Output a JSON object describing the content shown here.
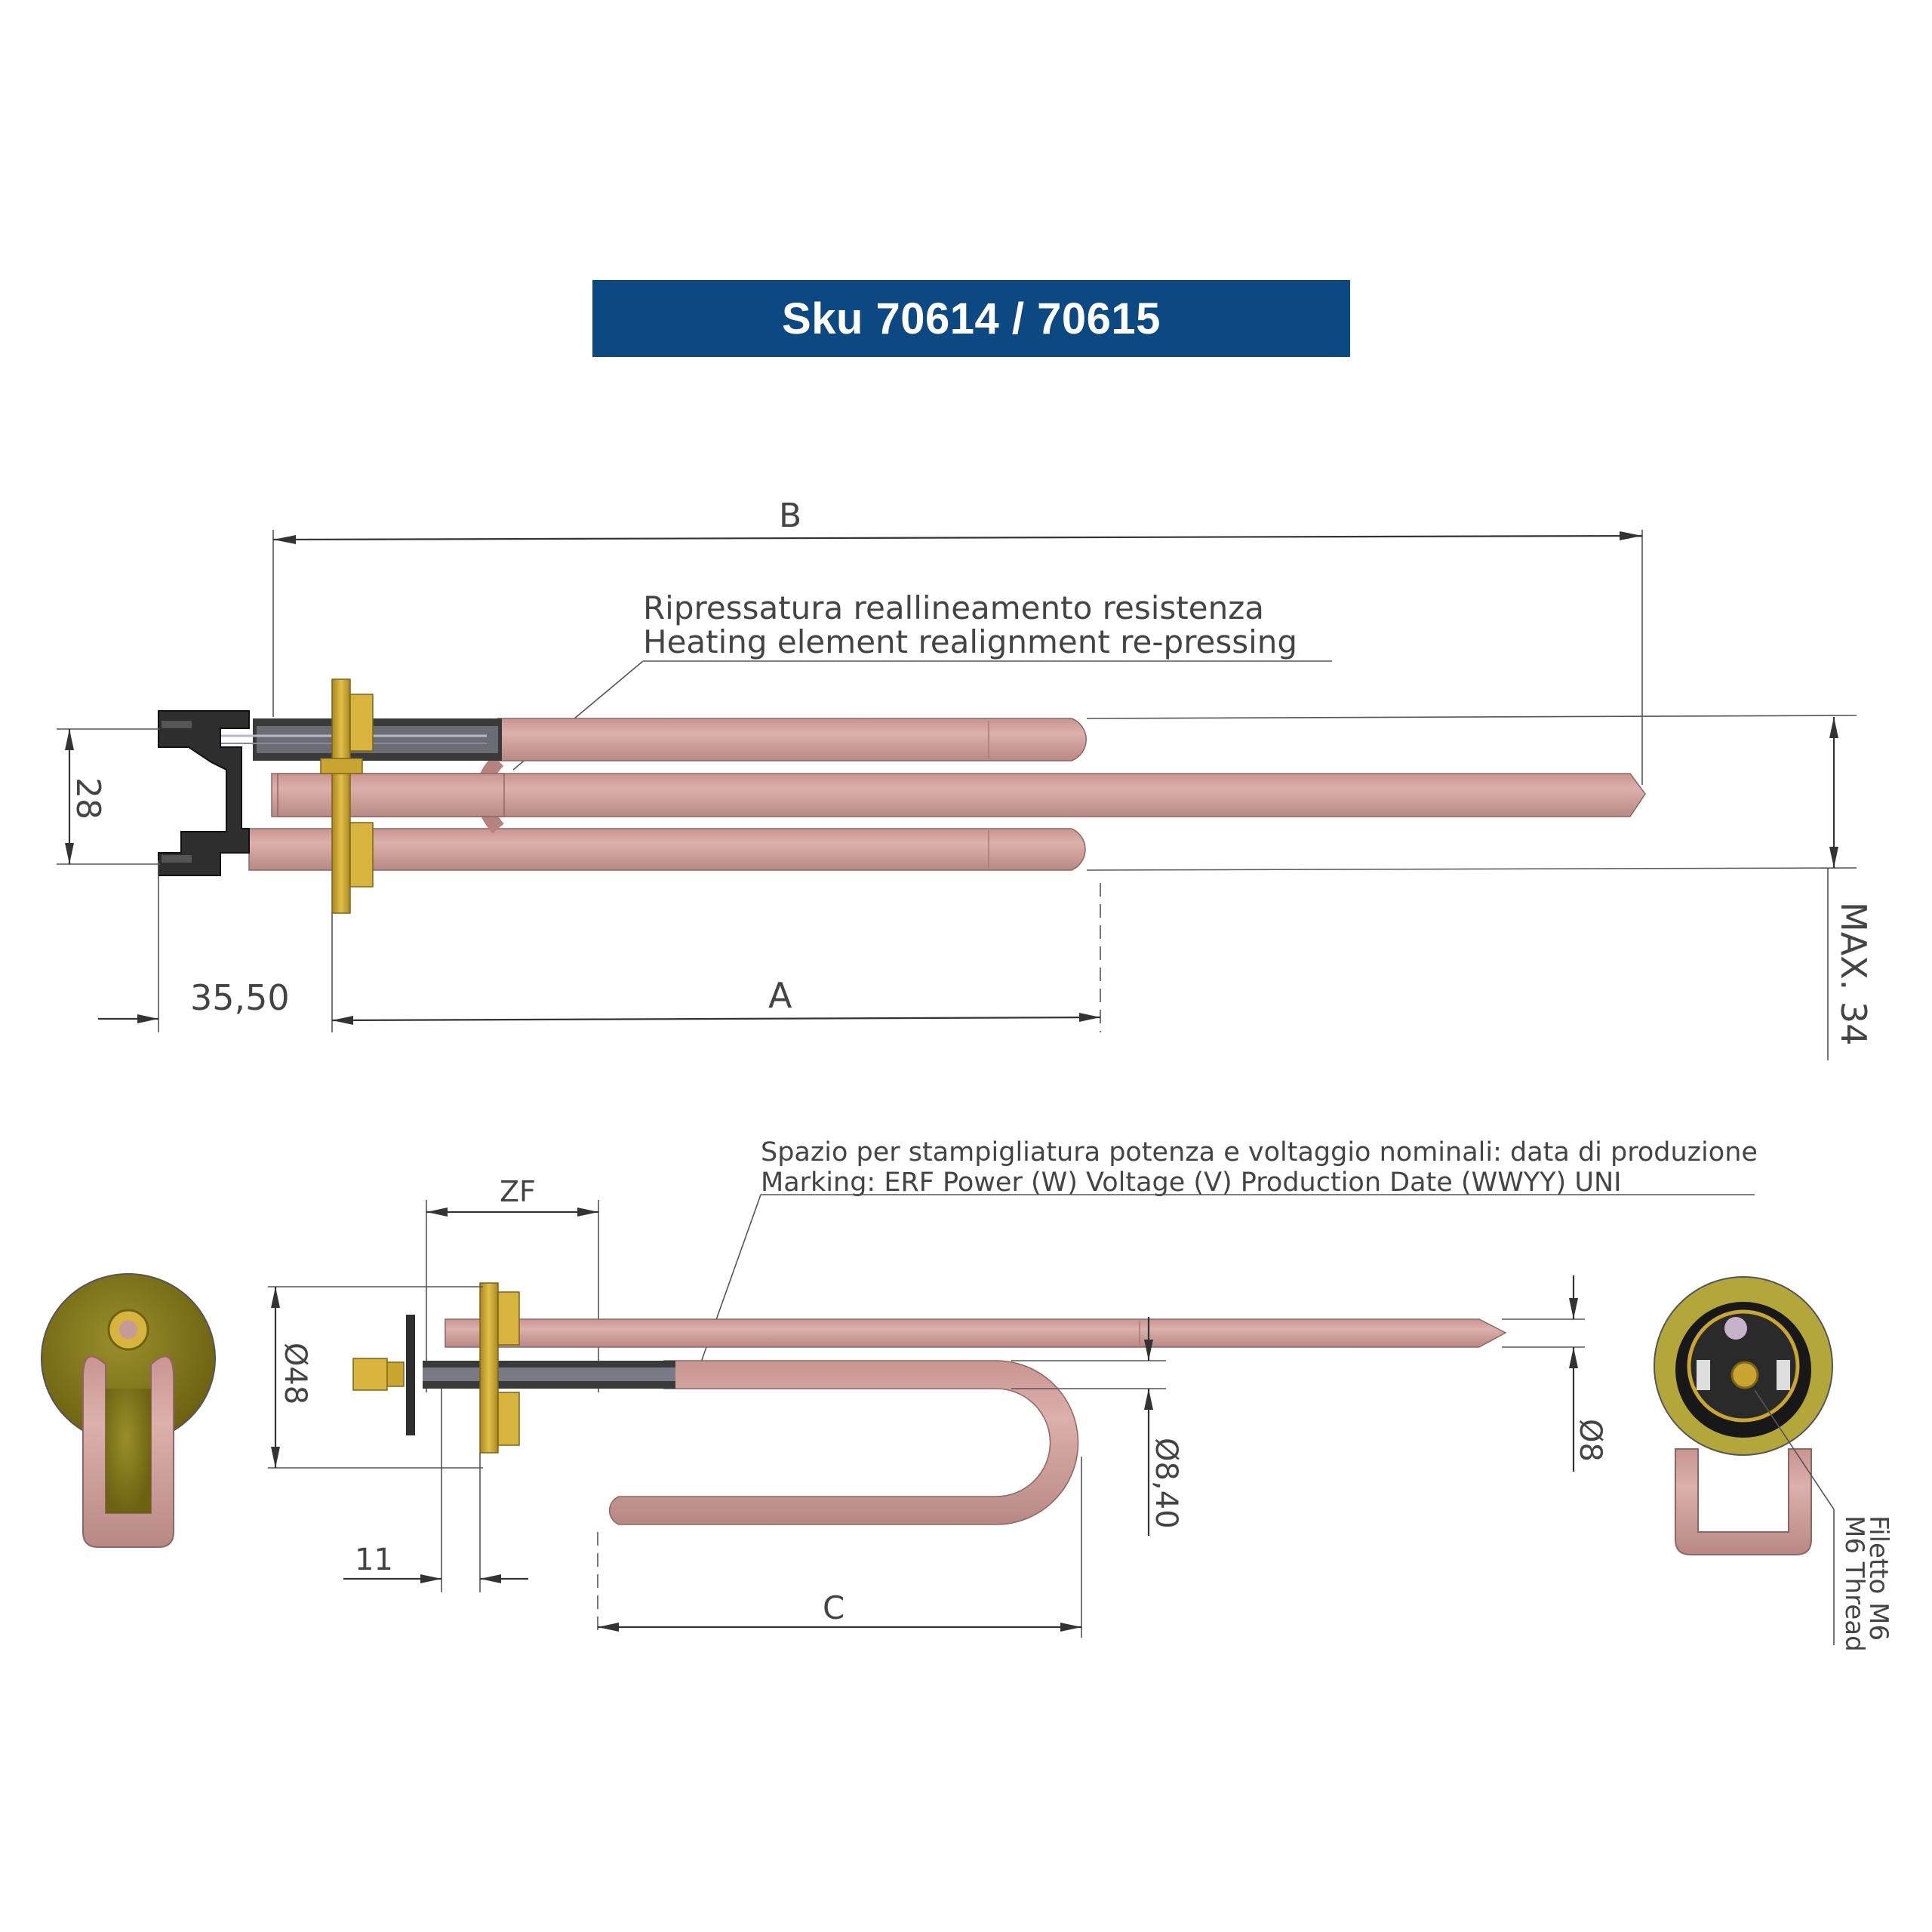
{
  "title": "Sku 70614 / 70615",
  "colors": {
    "banner": "#0c4982",
    "tube": "#d4a6a2",
    "tube_dark": "#b5837f",
    "brass": "#c9a531",
    "flange": "#7d7218",
    "rubber": "#2f2f2f"
  },
  "top_view": {
    "dim_B": "B",
    "dim_A": "A",
    "dim_28": "28",
    "dim_35_50": "35,50",
    "dim_max34": "MAX. 34",
    "note_it": "Ripressatura reallineamento resistenza",
    "note_en": "Heating element realignment re-pressing"
  },
  "side_view": {
    "dim_ZF": "ZF",
    "dim_d48": "Ø48",
    "dim_11": "11",
    "dim_C": "C",
    "dim_d8_40": "Ø8,40",
    "dim_d8": "Ø8",
    "note_it": "Spazio per stampigliatura potenza e voltaggio nominali: data di produzione",
    "note_en": "Marking: ERF Power (W) Voltage (V) Production Date (WWYY) UNI"
  },
  "end_view": {
    "thread_it": "Filetto M6",
    "thread_en": "M6 Thread"
  }
}
